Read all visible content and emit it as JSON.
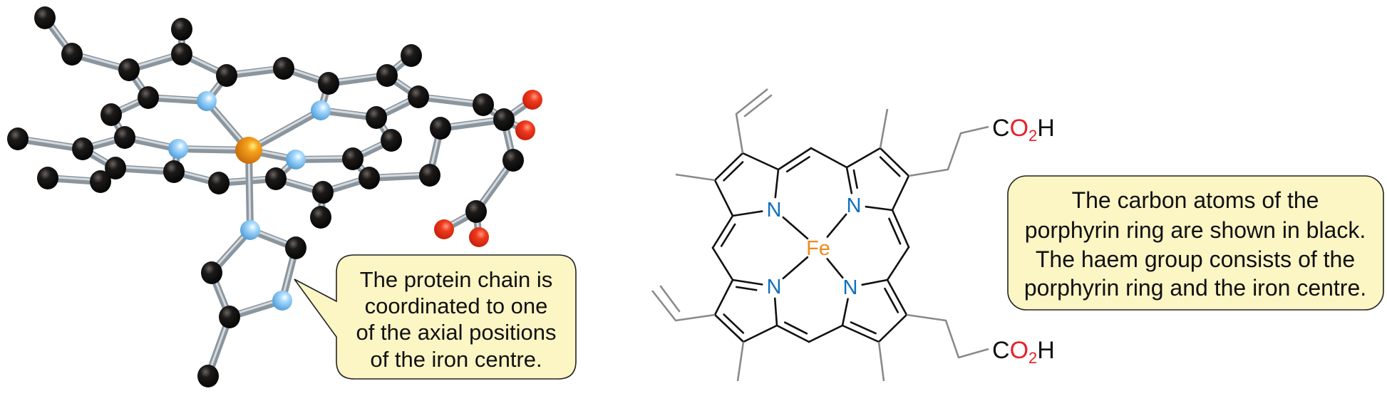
{
  "colors": {
    "carbon_3d": "#111111",
    "nitrogen_3d": "#7cc0ef",
    "iron_3d": "#f0901a",
    "oxygen_3d": "#e8321c",
    "bond_3d": "#8b959d",
    "callout_fill": "#fcf5c4",
    "callout_stroke": "#222222",
    "nitrogen_label": "#1070bf",
    "iron_label": "#f28a1e",
    "oxygen_label": "#e8202a",
    "substituent_bond": "#8a8a8a",
    "ring_bond": "#111111"
  },
  "model_3d": {
    "callout": {
      "lines": [
        "The protein chain is",
        "coordinated to one",
        "of the axial positions",
        "of the iron centre."
      ]
    }
  },
  "structure_2d": {
    "nitrogen": "N",
    "iron": "Fe",
    "carboxyl_top": {
      "c": "C",
      "o": "O",
      "sub": "2",
      "h": "H"
    },
    "carboxyl_bottom": {
      "c": "C",
      "o": "O",
      "sub": "2",
      "h": "H"
    },
    "callout": {
      "lines": [
        "The carbon atoms of the",
        "porphyrin ring are shown in black.",
        "The haem group consists of the",
        "porphyrin ring and the iron centre."
      ]
    }
  }
}
